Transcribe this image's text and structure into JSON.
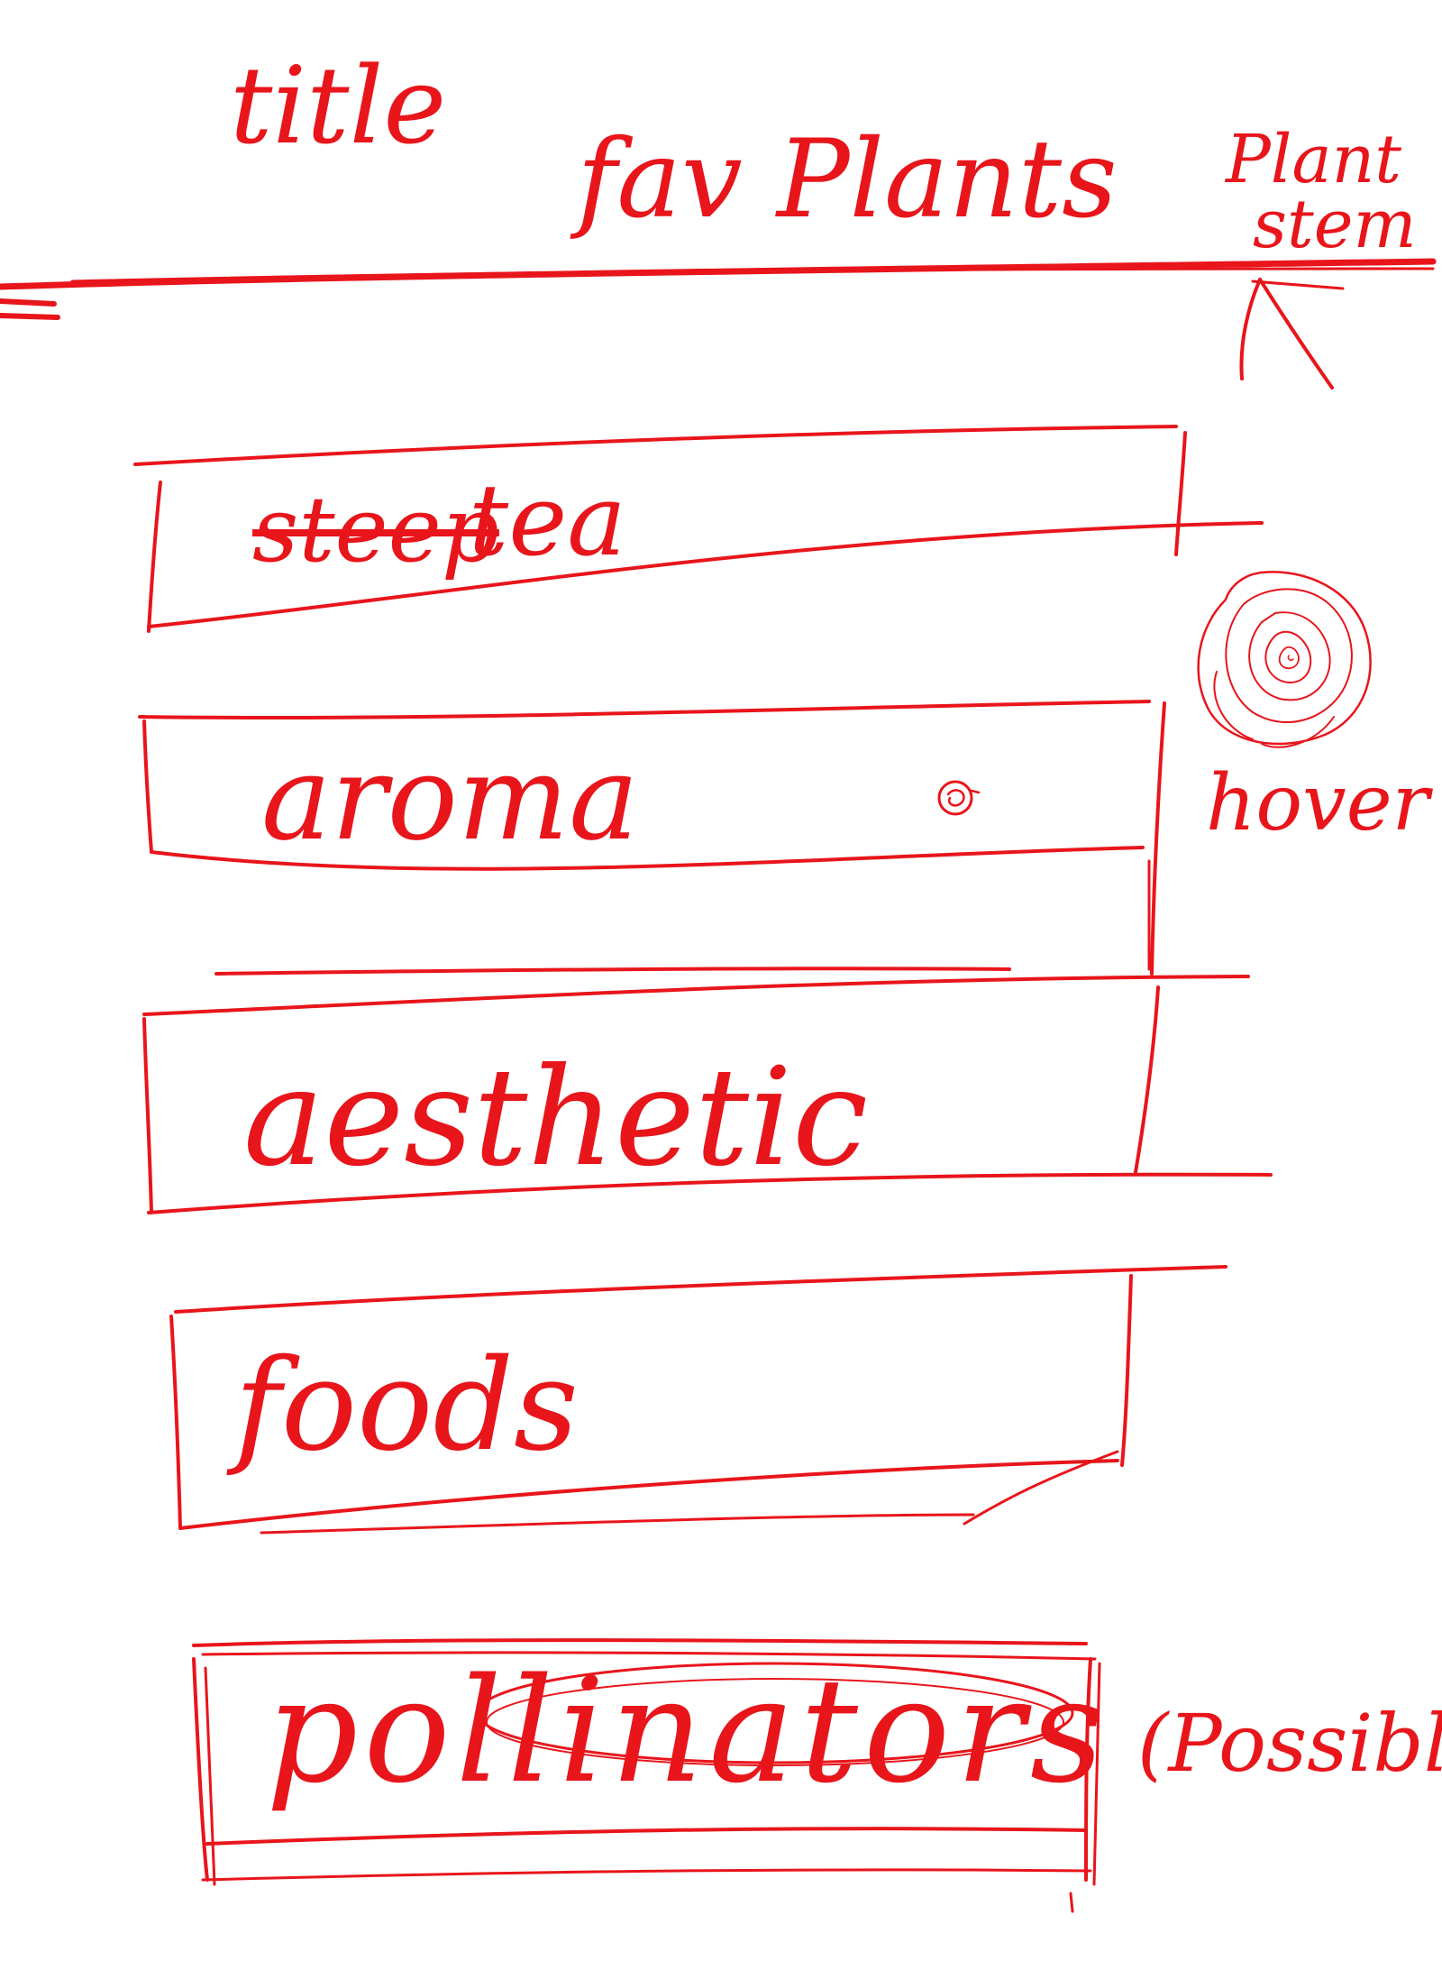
{
  "header": {
    "title": "title",
    "nav_fav_plants": "fav Plants",
    "nav_plant_stem_line1": "Plant",
    "nav_plant_stem_line2": "stem"
  },
  "menu": {
    "items": [
      {
        "label": "tea",
        "struck_word": "steep"
      },
      {
        "label": "aroma"
      },
      {
        "label": "aesthetic"
      },
      {
        "label": "foods"
      },
      {
        "label": "pollinators"
      }
    ]
  },
  "annotations": {
    "hover": "hover",
    "possible": "(Possible"
  },
  "colors": {
    "ink": "#e8151b",
    "background": "#ffffff"
  },
  "icons": [
    "hamburger-menu-icon",
    "rose-icon",
    "cursor-pointer-icon"
  ]
}
